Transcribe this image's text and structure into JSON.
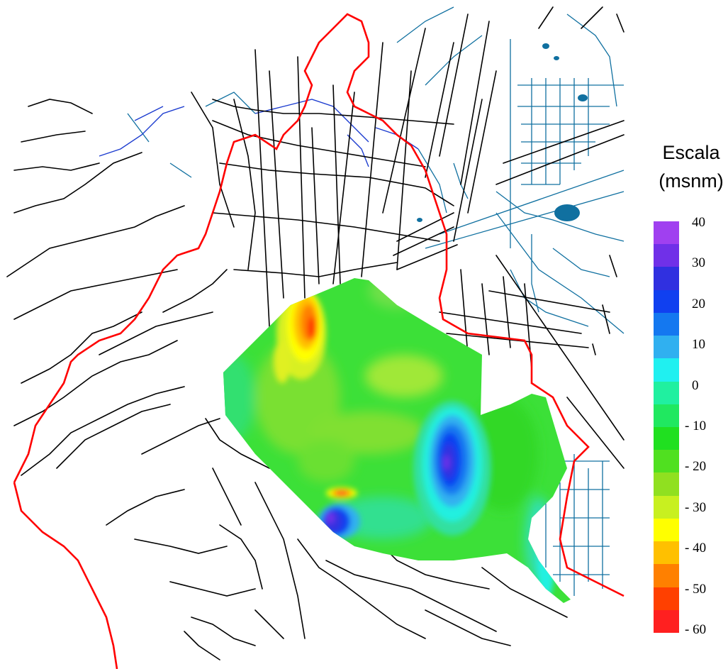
{
  "legend": {
    "title_line1": "Escala",
    "title_line2": "(msnm)",
    "ticks": [
      "40",
      "30",
      "20",
      "10",
      "0",
      "- 10",
      "- 20",
      "- 30",
      "- 40",
      "- 50",
      "- 60"
    ],
    "colors": [
      "#a040f0",
      "#7030e8",
      "#3030e0",
      "#1040f0",
      "#1478f0",
      "#30b0f0",
      "#20f0f0",
      "#20f0a0",
      "#20e860",
      "#20e020",
      "#50e020",
      "#90e020",
      "#c8f020",
      "#ffff00",
      "#ffc000",
      "#ff8000",
      "#ff4000",
      "#ff2020"
    ]
  },
  "map": {
    "boundary_color": "#ff0000",
    "road_color": "#000000",
    "water_color": "#1070a0"
  }
}
